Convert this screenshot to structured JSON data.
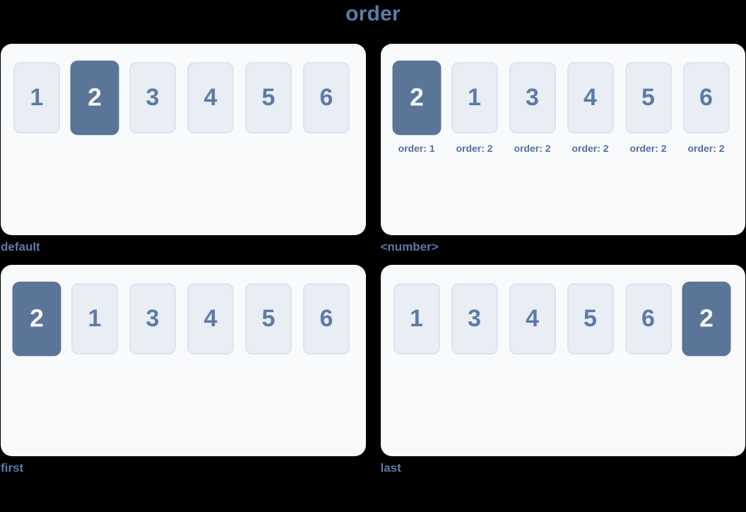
{
  "page": {
    "title": "order"
  },
  "colors": {
    "background": "#000000",
    "accent_text": "#5b7aa7",
    "panel_bg": "#f8fafc",
    "box_bg": "#e9edf4",
    "box_border": "#dee4ef",
    "box_text": "#5e7ba6",
    "highlight_bg": "#5a7597",
    "highlight_text": "#f4f7fa",
    "order_label_text": "#53719d"
  },
  "demos": [
    {
      "caption": "default",
      "items": [
        {
          "label": "1",
          "highlighted": false
        },
        {
          "label": "2",
          "highlighted": true
        },
        {
          "label": "3",
          "highlighted": false
        },
        {
          "label": "4",
          "highlighted": false
        },
        {
          "label": "5",
          "highlighted": false
        },
        {
          "label": "6",
          "highlighted": false
        }
      ]
    },
    {
      "caption": "<number>",
      "items": [
        {
          "label": "2",
          "highlighted": true,
          "order_label": "order: 1"
        },
        {
          "label": "1",
          "highlighted": false,
          "order_label": "order: 2"
        },
        {
          "label": "3",
          "highlighted": false,
          "order_label": "order: 2"
        },
        {
          "label": "4",
          "highlighted": false,
          "order_label": "order: 2"
        },
        {
          "label": "5",
          "highlighted": false,
          "order_label": "order: 2"
        },
        {
          "label": "6",
          "highlighted": false,
          "order_label": "order: 2"
        }
      ]
    },
    {
      "caption": "first",
      "items": [
        {
          "label": "2",
          "highlighted": true
        },
        {
          "label": "1",
          "highlighted": false
        },
        {
          "label": "3",
          "highlighted": false
        },
        {
          "label": "4",
          "highlighted": false
        },
        {
          "label": "5",
          "highlighted": false
        },
        {
          "label": "6",
          "highlighted": false
        }
      ]
    },
    {
      "caption": "last",
      "items": [
        {
          "label": "1",
          "highlighted": false
        },
        {
          "label": "3",
          "highlighted": false
        },
        {
          "label": "4",
          "highlighted": false
        },
        {
          "label": "5",
          "highlighted": false
        },
        {
          "label": "6",
          "highlighted": false
        },
        {
          "label": "2",
          "highlighted": true
        }
      ]
    }
  ]
}
